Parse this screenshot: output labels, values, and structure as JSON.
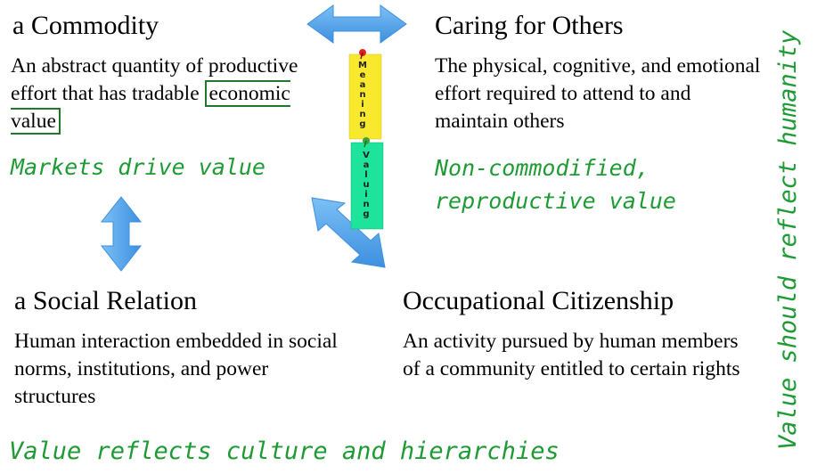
{
  "quadrants": {
    "commodity": {
      "title": "a Commodity",
      "desc_before": "An abstract quantity of productive effort that has tradable ",
      "desc_boxed": "economic value",
      "note": "Markets drive value"
    },
    "caring": {
      "title": "Caring for Others",
      "desc": "The physical, cognitive, and emotional effort required to attend to and maintain others",
      "note_line1": "Non-commodified,",
      "note_line2": "reproductive value"
    },
    "social": {
      "title": "a Social Relation",
      "desc": "Human interaction embedded in social norms, institutions, and power structures"
    },
    "citizenship": {
      "title": "Occupational Citizenship",
      "desc": "An activity pursued by human members of a community entitled to certain rights"
    }
  },
  "bottom_note": "Value reflects culture and hierarchies",
  "side_note": "Value should reflect humanity",
  "sticky_notes": {
    "meaning": "Meaning",
    "valuing": "Valuing"
  },
  "colors": {
    "green_text": "#1e9b34",
    "arrow": "#4aa3ee",
    "meaning_note": "#f8e82e",
    "valuing_note": "#1ee39a"
  }
}
